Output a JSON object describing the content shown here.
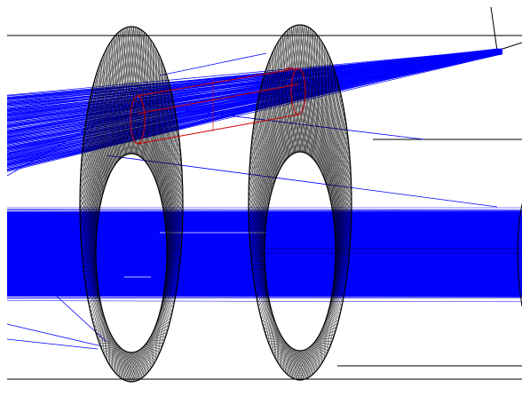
{
  "viewport": {
    "background": "#ffffff",
    "colors": {
      "rays": "#0000ff",
      "coil_mesh": "#000000",
      "highlight": "#cc0000",
      "boundary": "#000000"
    }
  },
  "elements": {
    "coils": [
      {
        "id": "coil-left",
        "mesh_lines": 210
      },
      {
        "id": "coil-right",
        "mesh_lines": 210
      }
    ],
    "beams": [
      {
        "id": "converging-beam",
        "ray_count": 140
      },
      {
        "id": "parallel-beam",
        "ray_count": 90
      }
    ],
    "highlight_volume": {
      "id": "red-cylinder"
    }
  }
}
